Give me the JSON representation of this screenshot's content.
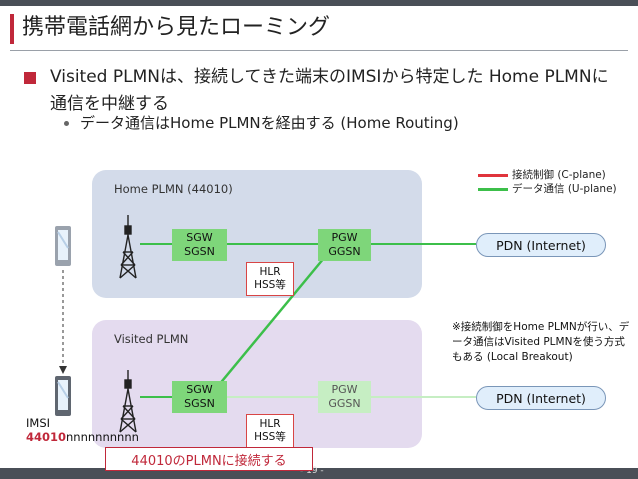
{
  "title": "携帯電話網から見たローミング",
  "bullets": {
    "main": "Visited PLMNは、接続してきた端末のIMSIから特定した Home PLMNに通信を中継する",
    "sub": "データ通信はHome PLMNを経由する (Home Routing)"
  },
  "legend": {
    "control": {
      "label": "接続制御 (C-plane)",
      "color": "#e0343c"
    },
    "data": {
      "label": "データ通信 (U-plane)",
      "color": "#3cbf4a"
    }
  },
  "home_plmn": {
    "label": "Home PLMN (44010)",
    "sgw": [
      "SGW",
      "SGSN"
    ],
    "pgw": [
      "PGW",
      "GGSN"
    ],
    "hlr": [
      "HLR",
      "HSS等"
    ],
    "pdn": "PDN (Internet)"
  },
  "visited_plmn": {
    "label": "Visited PLMN",
    "sgw": [
      "SGW",
      "SGSN"
    ],
    "pgw": [
      "PGW",
      "GGSN"
    ],
    "hlr": [
      "HLR",
      "HSS等"
    ],
    "pdn": "PDN (Internet)"
  },
  "note": "※接続制御をHome PLMNが行い、データ通信はVisited PLMNを使う方式もある (Local Breakout)",
  "imsi": {
    "label": "IMSI",
    "prefix": "44010",
    "suffix": "nnnnnnnnnn"
  },
  "connect_label": "44010のPLMNに接続する",
  "page_number": "- 19 -",
  "icons": [
    "mobile-phone-icon",
    "cell-tower-icon"
  ]
}
